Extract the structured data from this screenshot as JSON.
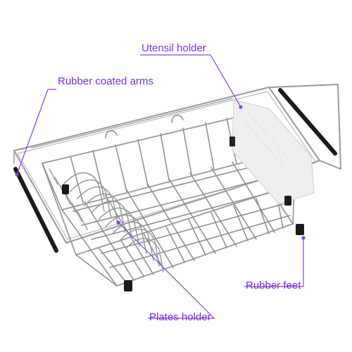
{
  "callouts": {
    "utensil_holder": "Utensil holder",
    "rubber_coated_arms": "Rubber coated arms",
    "rubber_feet": "Rubber feet",
    "plates_holder": "Plates holder"
  },
  "colors": {
    "label": "#7a2fd8",
    "leader_line": "#8a3ff0",
    "wire": "#8c8c8c",
    "rubber": "#1a1a1a",
    "utensil_panel": "#eeeeee"
  }
}
